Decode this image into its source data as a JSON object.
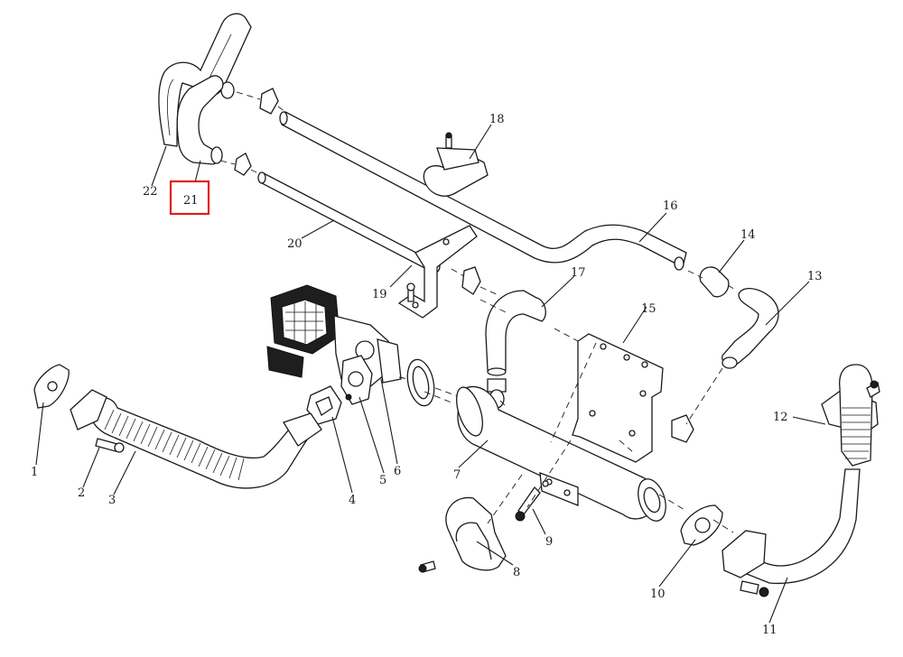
{
  "diagram": {
    "callouts": [
      {
        "id": "c1",
        "text": "1"
      },
      {
        "id": "c2",
        "text": "2"
      },
      {
        "id": "c3",
        "text": "3"
      },
      {
        "id": "c4",
        "text": "4"
      },
      {
        "id": "c5",
        "text": "5"
      },
      {
        "id": "c6",
        "text": "6"
      },
      {
        "id": "c7",
        "text": "7"
      },
      {
        "id": "c8",
        "text": "8"
      },
      {
        "id": "c9",
        "text": "9"
      },
      {
        "id": "c10",
        "text": "10"
      },
      {
        "id": "c11",
        "text": "11"
      },
      {
        "id": "c12",
        "text": "12"
      },
      {
        "id": "c13",
        "text": "13"
      },
      {
        "id": "c14",
        "text": "14"
      },
      {
        "id": "c15",
        "text": "15"
      },
      {
        "id": "c16",
        "text": "16"
      },
      {
        "id": "c17",
        "text": "17"
      },
      {
        "id": "c18",
        "text": "18"
      },
      {
        "id": "c19",
        "text": "19"
      },
      {
        "id": "c20",
        "text": "20"
      },
      {
        "id": "c21",
        "text": "21"
      },
      {
        "id": "c22",
        "text": "22"
      }
    ],
    "highlighted_callout": "21",
    "highlight_color": "#e21b1b"
  }
}
